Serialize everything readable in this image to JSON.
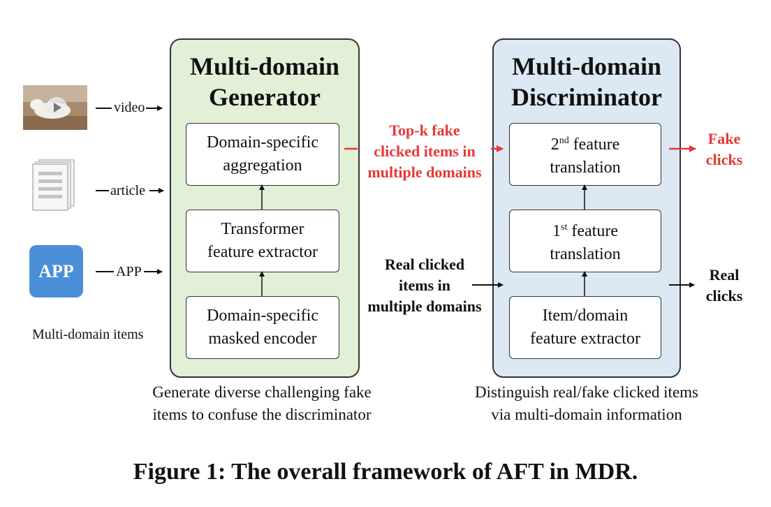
{
  "generator": {
    "title_line1": "Multi-domain",
    "title_line2": "Generator",
    "boxes": [
      {
        "line1": "Domain-specific",
        "line2": "aggregation"
      },
      {
        "line1": "Transformer",
        "line2": "feature extractor"
      },
      {
        "line1": "Domain-specific",
        "line2": "masked encoder"
      }
    ],
    "caption_line1": "Generate diverse challenging fake",
    "caption_line2": "items to confuse the discriminator"
  },
  "discriminator": {
    "title_line1": "Multi-domain",
    "title_line2": "Discriminator",
    "boxes": [
      {
        "line1_num": "2",
        "line1_sup": "nd",
        "line1_rest": " feature",
        "line2": "translation"
      },
      {
        "line1_num": "1",
        "line1_sup": "st",
        "line1_rest": " feature",
        "line2": "translation"
      },
      {
        "line1": "Item/domain",
        "line2": "feature extractor"
      }
    ],
    "caption_line1": "Distinguish real/fake clicked items",
    "caption_line2": "via multi-domain information"
  },
  "inputs": {
    "video_label": "video",
    "article_label": "article",
    "app_icon_text": "APP",
    "app_label": "APP",
    "group_label": "Multi-domain items"
  },
  "middle": {
    "fake_line1": "Top-k fake",
    "fake_line2": "clicked items in",
    "fake_line3": "multiple domains",
    "real_line1": "Real clicked",
    "real_line2": "items in",
    "real_line3": "multiple domains"
  },
  "outputs": {
    "fake_line1": "Fake",
    "fake_line2": "clicks",
    "real_line1": "Real",
    "real_line2": "clicks"
  },
  "figure_caption": "Figure 1: The overall framework of AFT in MDR.",
  "colors": {
    "generator_fill": "#e3f0d8",
    "discriminator_fill": "#dce9f5",
    "fake_red": "#e53935",
    "app_blue": "#4a8fd8"
  }
}
